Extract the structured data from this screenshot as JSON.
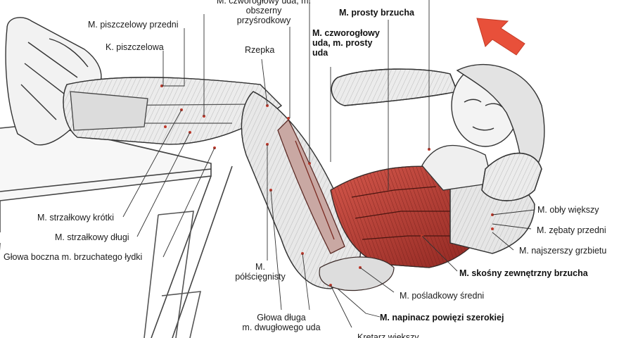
{
  "labels": {
    "piszczelowy_przedni": "M. piszczelowy przedni",
    "k_piszczelowa": "K. piszczelowa",
    "czworoglowy_obszerny": "M. czworogłowy uda, m. obszerny\nprzyśrodkowy",
    "rzepka": "Rzepka",
    "prosty_brzucha": "M. prosty brzucha",
    "czworoglowy_prosty": "M. czworogłowy\nuda, m. prosty\nuda",
    "strzalkowy_krotki": "M. strzałkowy krótki",
    "strzalkowy_dlugi": "M. strzałkowy długi",
    "glowa_boczna": "Głowa boczna m. brzuchatego łydki",
    "polsciegnisty": "M.\npółścięgnisty",
    "glowa_dluga": "Głowa długa\nm. dwugłowego uda",
    "krotarz": "Krętarz większy",
    "napinacz": "M. napinacz powięzi szerokiej",
    "posladkowy": "M. pośladkowy średni",
    "skosny": "M. skośny zewnętrzny brzucha",
    "najszerszy": "M. najszerszy grzbietu",
    "zebaty": "M. zębaty przedni",
    "obly": "M. obły większy"
  },
  "colors": {
    "muscle_highlight": "#b5392f",
    "arrow": "#e8503a",
    "ink": "#3a3a3a"
  },
  "icons": {
    "direction_arrow": "arrow-up-left-icon"
  }
}
